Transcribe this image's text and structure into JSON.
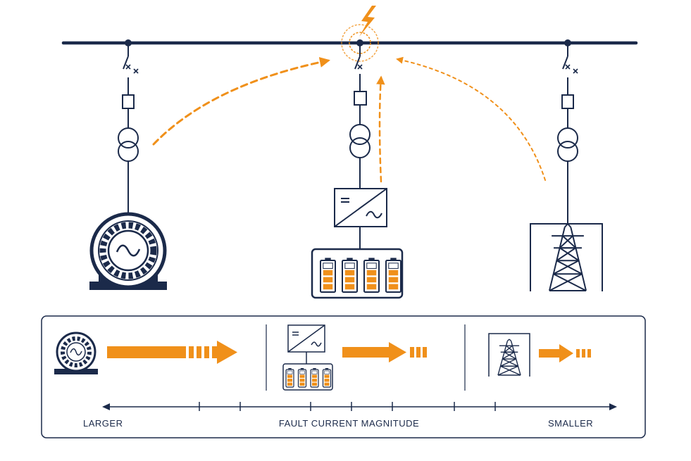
{
  "colors": {
    "navy": "#1b2a4a",
    "orange": "#f0901a",
    "battery_fill": "#f0901a"
  },
  "diagram": {
    "busbar": {
      "fault_icon": "lightning-bolt-icon"
    },
    "feeders": [
      {
        "source": "synchronous-generator-icon",
        "arrow_style": "dashed-large"
      },
      {
        "source": "inverter-battery-icon",
        "arrow_style": "dashed-medium"
      },
      {
        "source": "transmission-tower-grid-icon",
        "arrow_style": "dotted-small"
      }
    ]
  },
  "legend": {
    "rows": [
      {
        "icon": "generator-icon",
        "magnitude": "large"
      },
      {
        "icon": "inverter-battery-icon",
        "magnitude": "medium"
      },
      {
        "icon": "grid-tower-icon",
        "magnitude": "small"
      }
    ],
    "axis": {
      "left_label": "LARGER",
      "center_label": "FAULT CURRENT MAGNITUDE",
      "right_label": "SMALLER"
    }
  }
}
